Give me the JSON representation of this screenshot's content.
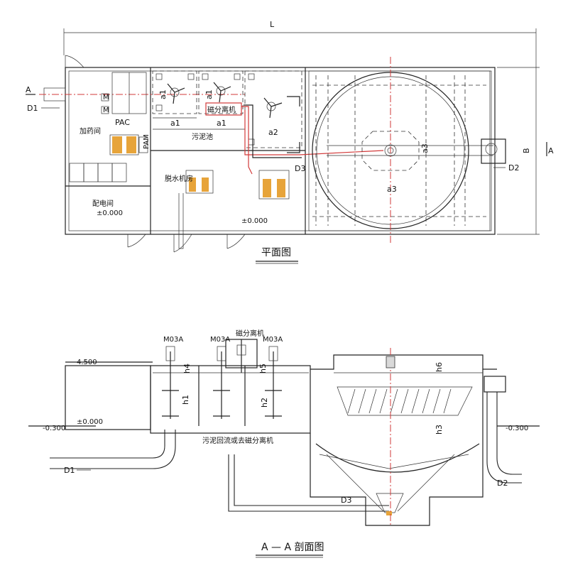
{
  "plan": {
    "dim_L": "L",
    "dim_B": "B",
    "section_mark": "A",
    "inlet": "D1",
    "outlet": "D2",
    "sludge_pipe": "D3",
    "pac": "PAC",
    "pam": "PAM",
    "tank_a1": "a1",
    "tank_a2": "a2",
    "tank_a3": "a3",
    "magnetic_separator": "磁分离机",
    "sludge_tank": "污泥池",
    "level": "±0.000",
    "room1": "加药间",
    "room2": "配电间",
    "room3": "脱水机房",
    "title": "平面图"
  },
  "section": {
    "mixer_tag": "M03A",
    "magnetic_separator": "磁分离机",
    "level_top": "4.500",
    "level_zero": "±0.000",
    "level_inlet": "-0.300",
    "level_outlet": "-0.300",
    "h1": "h1",
    "h2": "h2",
    "h3": "h3",
    "h4": "h4",
    "h5": "h5",
    "h6": "h6",
    "return_note": "污泥回流或去磁分离机",
    "inlet": "D1",
    "outlet": "D2",
    "sludge_pipe": "D3",
    "title": "A — A 剖面图"
  },
  "colors": {
    "red_line": "#d23a3a",
    "motor_orange": "#e7a43a"
  }
}
